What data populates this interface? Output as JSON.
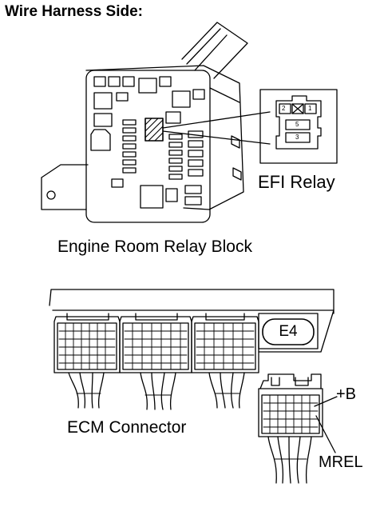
{
  "title": "Wire Harness Side:",
  "labels": {
    "efi_relay": "EFI Relay",
    "relay_block": "Engine Room Relay Block",
    "ecm_connector": "ECM Connector",
    "connector_code": "E4",
    "plus_b": "+B",
    "mrel": "MREL"
  },
  "relay_pins": [
    "2",
    "1",
    "5",
    "3"
  ],
  "colors": {
    "line": "#000000",
    "background": "#ffffff"
  }
}
